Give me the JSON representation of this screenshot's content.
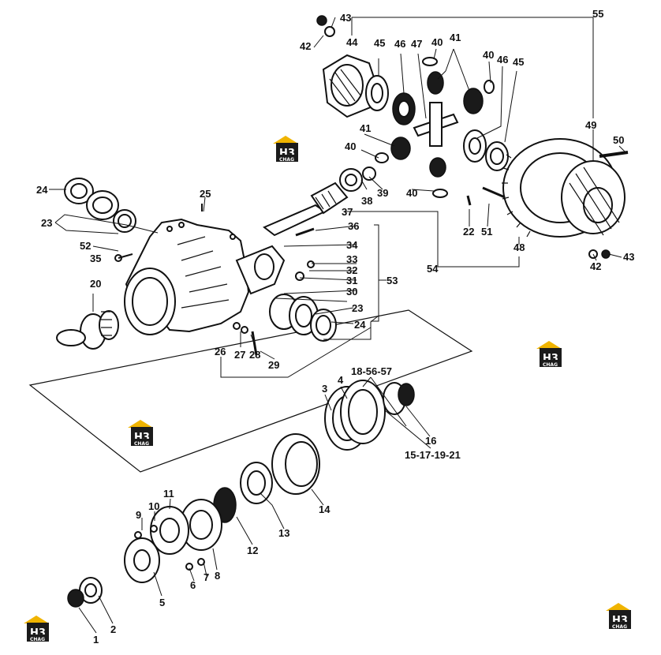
{
  "watermark": {
    "letters": "H3",
    "caption": "CHAG",
    "colors": {
      "roof": "#f0b400",
      "badge": "#1b1b1b",
      "text": "#ffffff"
    }
  },
  "callouts": [
    "1",
    "2",
    "3",
    "4",
    "5",
    "6",
    "7",
    "8",
    "9",
    "10",
    "11",
    "12",
    "13",
    "14",
    "15-17-19-21",
    "16",
    "18-56-57",
    "20",
    "22",
    "23",
    "23",
    "23",
    "24",
    "24",
    "24",
    "25",
    "26",
    "27",
    "28",
    "29",
    "30",
    "31",
    "32",
    "33",
    "34",
    "35",
    "36",
    "37",
    "38",
    "39",
    "40",
    "40",
    "40",
    "40",
    "41",
    "41",
    "42",
    "42",
    "43",
    "43",
    "44",
    "45",
    "45",
    "46",
    "46",
    "47",
    "48",
    "49",
    "50",
    "51",
    "52",
    "53",
    "54",
    "55"
  ],
  "colors": {
    "ink": "#111111",
    "paper": "#ffffff"
  }
}
